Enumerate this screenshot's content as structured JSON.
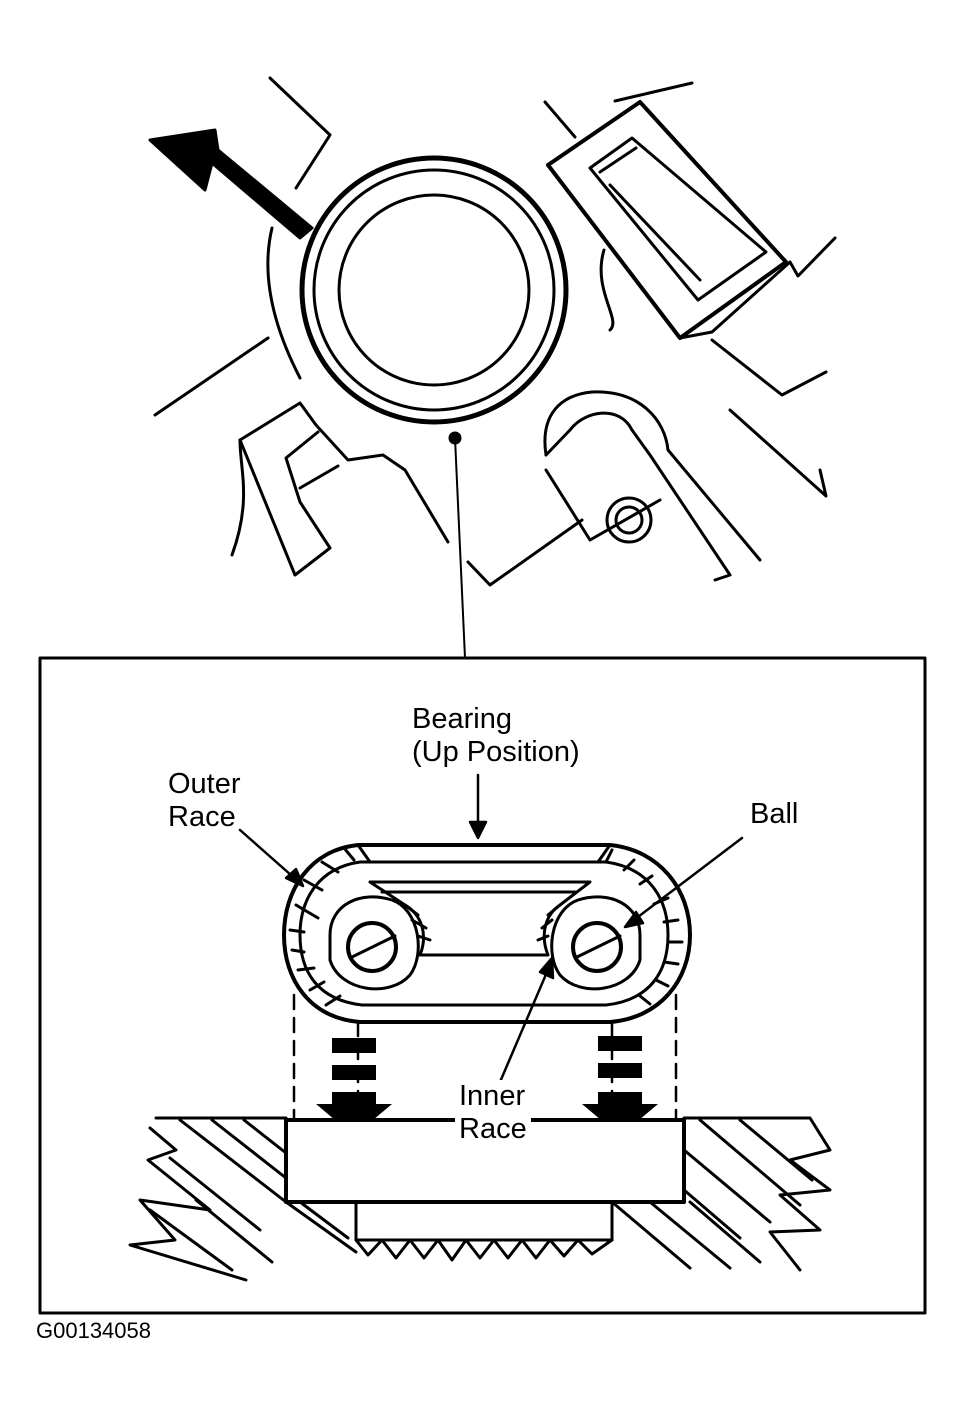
{
  "labels": {
    "bearing_line1": "Bearing",
    "bearing_line2": "(Up Position)",
    "outer_race_line1": "Outer",
    "outer_race_line2": "Race",
    "ball": "Ball",
    "inner_race_line1": "Inner",
    "inner_race_line2": "Race"
  },
  "figure_code": "G00134058",
  "colors": {
    "ink": "#000000",
    "paper": "#ffffff"
  }
}
